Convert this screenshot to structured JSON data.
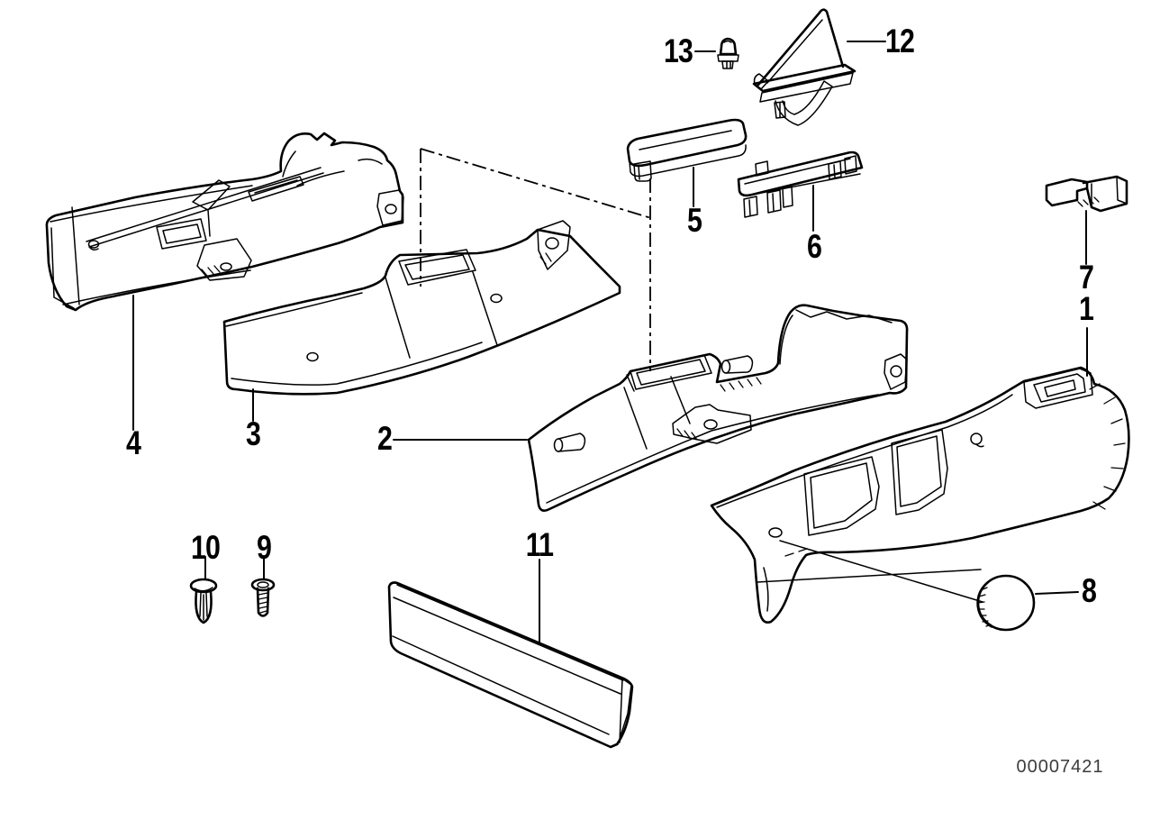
{
  "figure": {
    "kind": "exploded-parts-diagram",
    "subject": "seat trim coverings",
    "document_number": "00007421",
    "colors": {
      "background": "#ffffff",
      "line": "#000000",
      "document_number_text": "#3c3c3c"
    }
  },
  "labels": {
    "p1": "1",
    "p2": "2",
    "p3": "3",
    "p4": "4",
    "p5": "5",
    "p6": "6",
    "p7": "7",
    "p8": "8",
    "p9": "9",
    "p10": "10",
    "p11": "11",
    "p12": "12",
    "p13": "13"
  }
}
